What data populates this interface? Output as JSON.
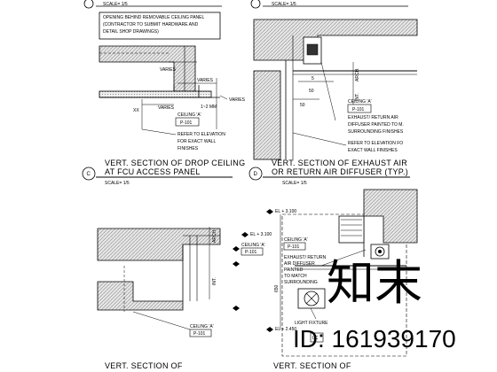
{
  "top_scale_a": "SCALE= 1/5",
  "top_scale_b": "SCALE= 1/5",
  "panel_c": {
    "note_lines": [
      "OPENING BEHIND REMOVABLE CEILING PANEL",
      "(CONTRACTOR TO SUBMIT HARDWARE AND",
      "DETAIL SHOP DRAWINGS)"
    ],
    "varies_1": "VARIES",
    "varies_2": "VARIES",
    "varies_3": "VARIES",
    "dim_1_2": "1~2 MM",
    "xx": "XX",
    "ceiling_tag": "CEILING 'A'",
    "ceiling_code": "P-101",
    "refer_lines": [
      "REFER TO ELEVATION",
      "FOR EXACT WALL",
      "FINISHES"
    ],
    "circle_label": "C",
    "title_lines": [
      "VERT. SECTION OF DROP CEILING",
      "AT FCU ACCESS PANEL"
    ],
    "scale": "SCALE= 1/5"
  },
  "panel_d": {
    "dim_5": "5",
    "dim_50_top": "50",
    "dim_50": "50",
    "arch": "ARCH.",
    "int": "INT.",
    "ceiling_tag": "CEILING 'A'",
    "ceiling_code": "P-101",
    "exhaust_lines": [
      "EXHAUST/ RETURN AIR",
      "DIFFUSER PAINTED TO M.",
      "SURROUNDING FINISHES"
    ],
    "refer_lines": [
      "REFER TO ELEVATION FO",
      "EXACT WALL FINISHES"
    ],
    "circle_label": "D",
    "title_lines": [
      "VERT. SECTION OF EXHAUST AIR",
      "OR RETURN AIR DIFFUSER (TYP.)"
    ],
    "scale": "SCALE= 1/5"
  },
  "panel_e": {
    "el_label": "EL + 3.100",
    "ceiling_tag": "CEILING 'A'",
    "ceiling_code": "P-101",
    "arch": "ARCH.",
    "int": "INT.",
    "ceiling_tag_2": "CEILING 'A'",
    "ceiling_code_2": "P-101",
    "title_line": "VERT. SECTION OF"
  },
  "panel_f": {
    "el_top": "EL + 3.100",
    "el_bottom": "EL + 2.450",
    "dim_650": "650",
    "ceiling_tag": "CEILING 'A'",
    "ceiling_code": "P-101",
    "exhaust_lines": [
      "EXHAUST/ RETURN",
      "AIR DIFFUSER",
      "PAINTED",
      "TO MATCH",
      "SURROUNDING"
    ],
    "light_lines": [
      "LIGHT FIXTURE"
    ],
    "lc": "LC",
    "title_line": "VERT. SECTION OF"
  },
  "watermark": {
    "logo_text": "知末",
    "id_text": "ID: 161939170"
  }
}
